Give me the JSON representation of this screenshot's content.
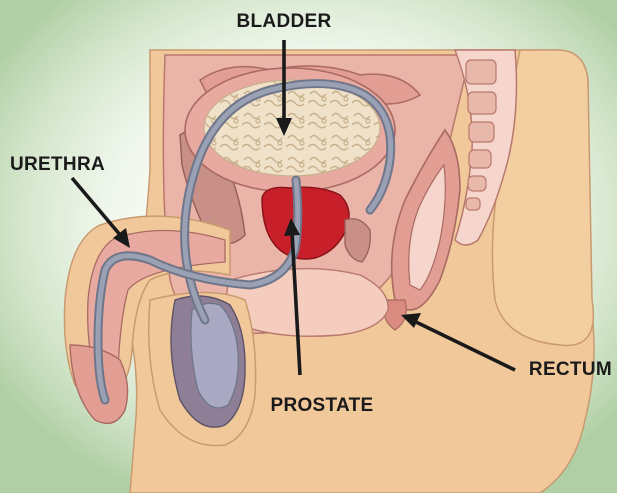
{
  "labels": {
    "bladder": "BLADDER",
    "urethra": "URETHRA",
    "prostate": "PROSTATE",
    "rectum": "RECTUM"
  },
  "colors": {
    "background_glow": "#9ec48f",
    "skin": "#f0c89a",
    "skin_dark": "#d9a67a",
    "tissue_pink": "#e7a9a0",
    "tissue_light": "#f6d6cc",
    "tissue_dark": "#c98a86",
    "bladder_fill": "#efe2c8",
    "prostate": "#c8202a",
    "urethra": "#8c93a6",
    "urethra_edge": "#6f7689",
    "testis": "#a9a9c4",
    "outline": "#8d5a4e",
    "label": "#1a1a1a"
  }
}
